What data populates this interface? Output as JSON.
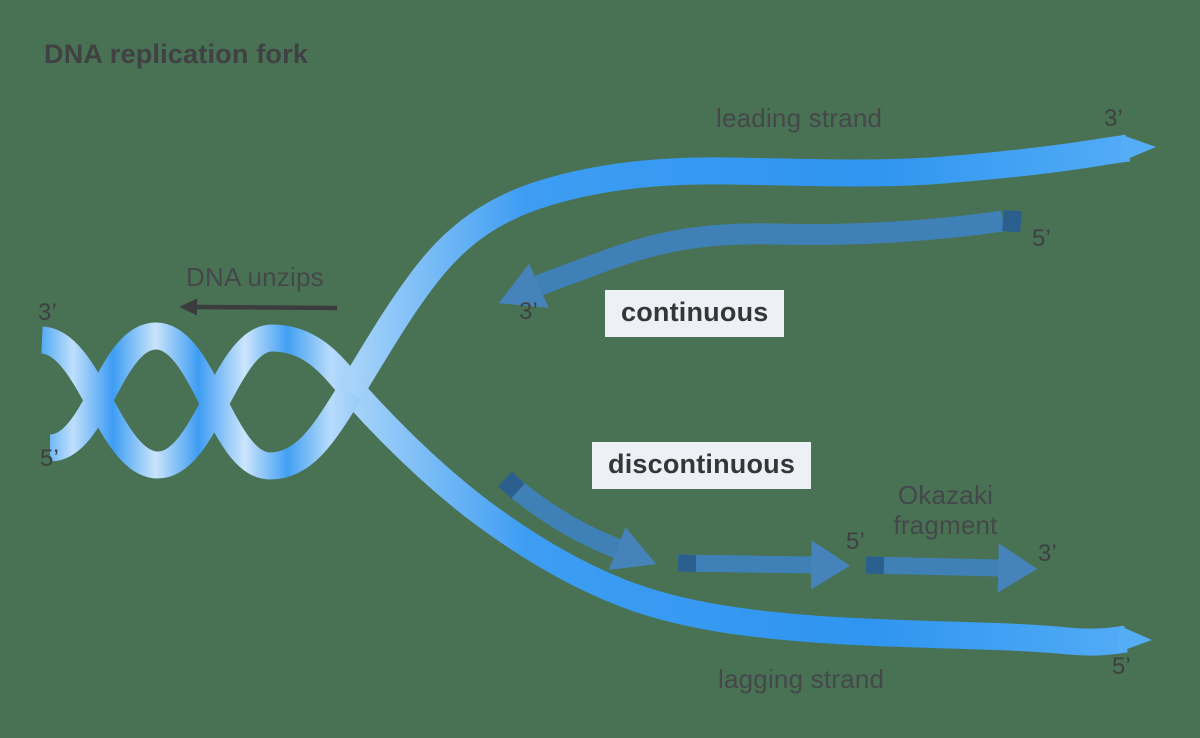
{
  "title": "DNA replication fork",
  "strand_labels": {
    "leading": "leading strand",
    "lagging": "lagging strand"
  },
  "annotations": {
    "dna_unzips": "DNA unzips",
    "continuous": "continuous",
    "discontinuous": "discontinuous",
    "okazaki_line1": "Okazaki",
    "okazaki_line2": "fragment"
  },
  "end_markers": {
    "helix_top_left": "3’",
    "helix_bottom_left": "5’",
    "leading_template_tip": "3’",
    "new_leading_start": "5’",
    "new_leading_tip": "3’",
    "okazaki_gap": "5’",
    "okazaki_end": "3’",
    "lagging_template_tip": "5’"
  },
  "colors": {
    "background": "#487253",
    "template_strand_blue": "#3E9DF3",
    "template_strand_highlight": "#C9E4FC",
    "new_strand_blue": "#3F80B6",
    "new_strand_cap": "#2B608E",
    "arrowhead_blue": "#4583BA",
    "text_dark": "#3F4143",
    "label_box_bg": "#EDF1F6",
    "unzip_arrow_dark": "#3A3C3E"
  },
  "icons": {
    "unzip_arrow": "left-arrow",
    "continuous_arrow": "curved-down-left-arrow",
    "discontinuous_arrow": "curved-down-right-arrow",
    "okazaki_fragment_arrows": "right-arrow"
  }
}
